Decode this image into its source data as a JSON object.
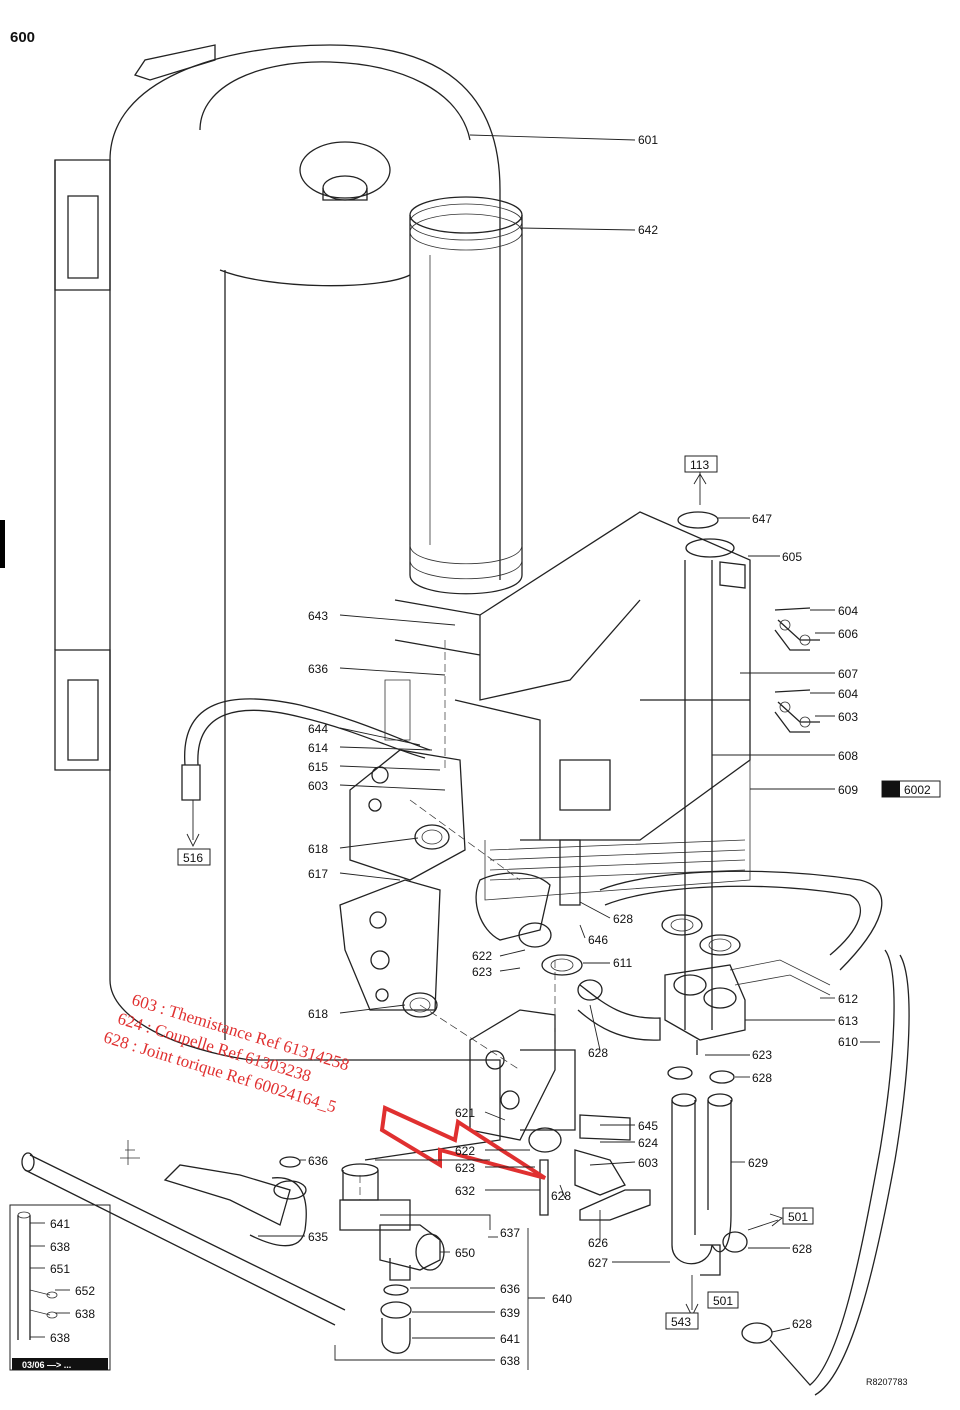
{
  "page_number": "600",
  "drawing_ref": "R8207783",
  "legend_footer": "03/06 —> ...",
  "notes": [
    "603 : Themistance Ref 61314258",
    "624 : Coupelle Ref 61303238",
    "628 : Joint torique Ref 60024164_5"
  ],
  "boxed_refs": [
    "113",
    "516",
    "6002",
    "501",
    "501",
    "543"
  ],
  "labels_right": [
    "601",
    "642",
    "647",
    "605",
    "604",
    "606",
    "607",
    "604",
    "603",
    "608",
    "609",
    "612",
    "613",
    "610",
    "623",
    "628",
    "629",
    "628",
    "628"
  ],
  "labels_left": [
    "643",
    "636",
    "644",
    "614",
    "615",
    "603",
    "618",
    "617",
    "618",
    "628",
    "646",
    "622",
    "623",
    "611",
    "628",
    "621",
    "645",
    "624",
    "622",
    "623",
    "603",
    "632",
    "628",
    "626",
    "627",
    "636",
    "637",
    "650",
    "635",
    "636",
    "639",
    "641",
    "638",
    "640"
  ],
  "legend_labels": [
    "641",
    "638",
    "651",
    "652",
    "638",
    "638"
  ],
  "colors": {
    "annotation": "#e03030",
    "line": "#222222"
  }
}
